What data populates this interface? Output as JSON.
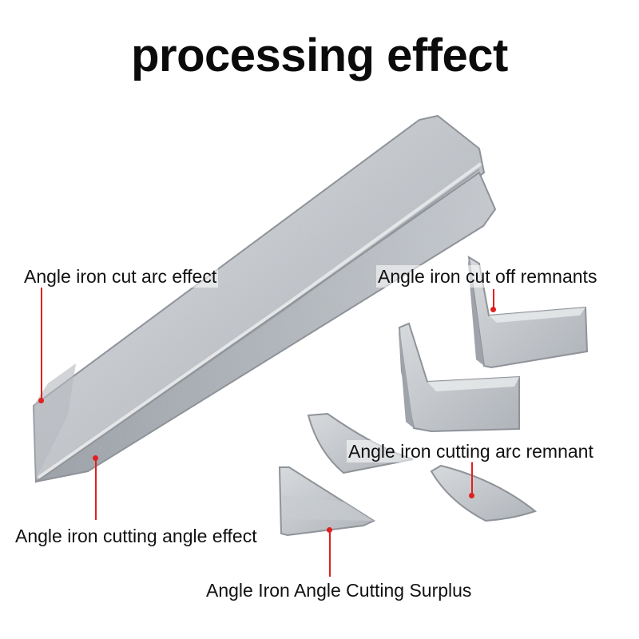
{
  "title": "processing effect",
  "labels": {
    "cut_arc_effect": "Angle iron cut arc effect",
    "cut_off_remnants": "Angle iron cut off remnants",
    "cutting_arc_remnant": "Angle iron cutting arc remnant",
    "cutting_angle_effect": "Angle iron cutting angle effect",
    "angle_cutting_surplus": "Angle Iron Angle Cutting Surplus"
  },
  "colors": {
    "annotation_line": "#e0201f",
    "metal_light": "#d4d7db",
    "metal_mid": "#b7bbc1",
    "metal_dark": "#8f949b"
  }
}
